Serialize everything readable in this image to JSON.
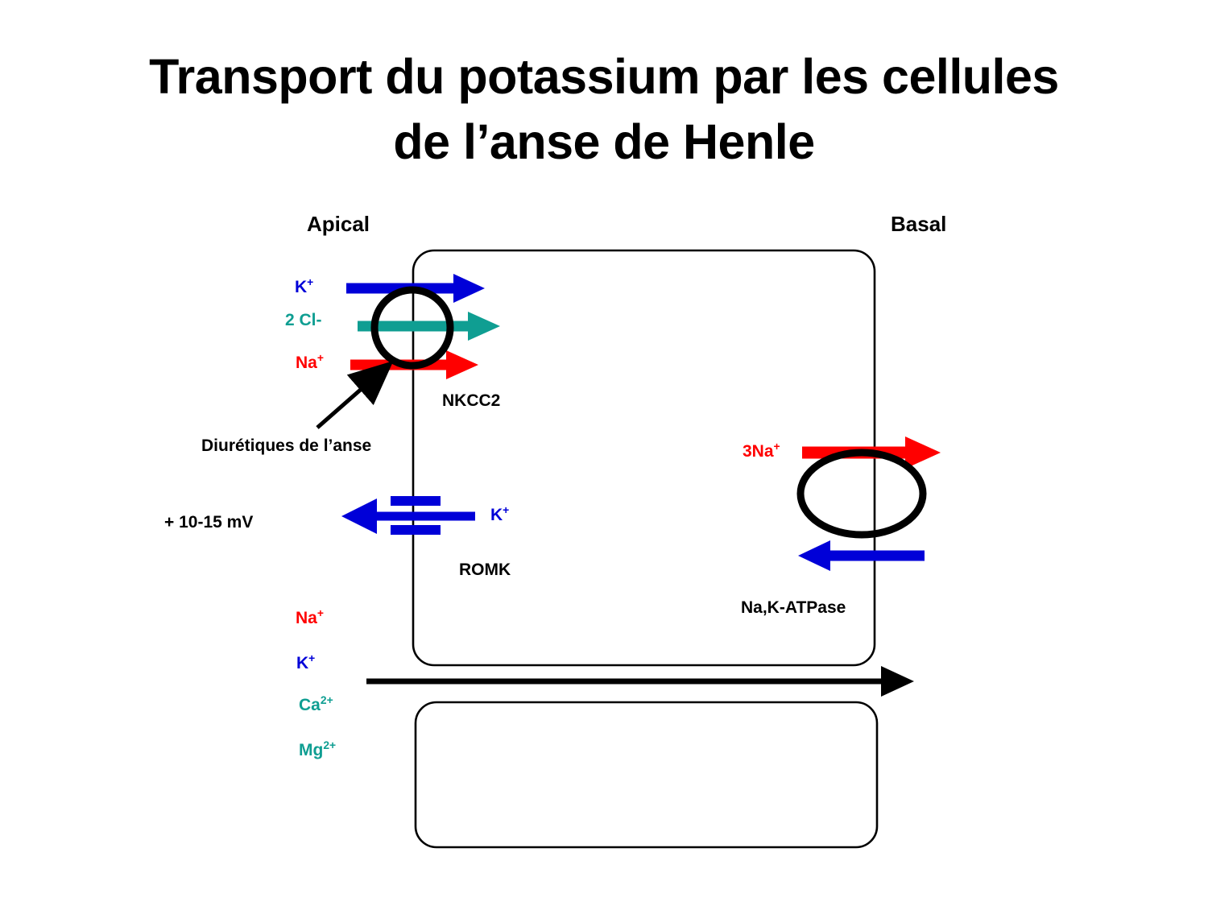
{
  "slide": {
    "title_line1": "Transport du potassium par les cellules",
    "title_line2": "de l’anse de Henle",
    "background_color": "#ffffff"
  },
  "membrane_sides": {
    "apical_label": "Apical",
    "basal_label": "Basal"
  },
  "colors": {
    "sodium": "#ff0000",
    "potassium": "#0000d8",
    "chloride": "#0f9e92",
    "outline": "#000000"
  },
  "nkcc2": {
    "name_label": "NKCC2",
    "substrates": [
      {
        "label": "K",
        "charge": "+",
        "color": "#0000d8"
      },
      {
        "label": "2 Cl-",
        "charge": "",
        "color": "#0f9e92"
      },
      {
        "label": "Na",
        "charge": "+",
        "color": "#ff0000"
      }
    ]
  },
  "inhibitor": {
    "label": "Diurétiques de l’anse"
  },
  "romk": {
    "name_label": "ROMK",
    "ion_label": "K",
    "ion_charge": "+",
    "voltage_label": "+ 10-15 mV"
  },
  "na_k_atpase": {
    "name_label": "Na,K-ATPase",
    "sodium_label": "3Na",
    "sodium_charge": "+"
  },
  "paracellular_ions": [
    {
      "label": "Na",
      "charge": "+",
      "color": "#ff0000"
    },
    {
      "label": "K",
      "charge": "+",
      "color": "#0000d8"
    },
    {
      "label": "Ca",
      "charge": "2+",
      "color": "#0f9e92"
    },
    {
      "label": "Mg",
      "charge": "2+",
      "color": "#0f9e92"
    }
  ]
}
